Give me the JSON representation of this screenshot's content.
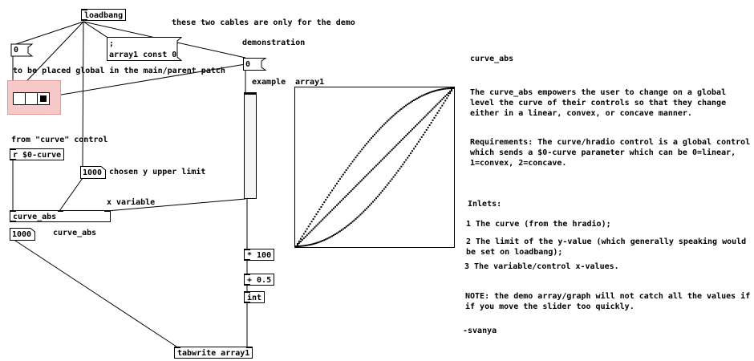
{
  "objects": {
    "loadbang": "loadbang",
    "array_const": "array1 const 0",
    "array_const_semicolon": ";",
    "msg_zero": "0",
    "msg_demo_zero": "0",
    "receive": "r $0-curve",
    "num_upper_limit": "1000",
    "curve_abs": "curve_abs",
    "num_out": "1000",
    "mult": "* 100",
    "add": "+ 0.5",
    "int": "int",
    "tabwrite": "tabwrite array1"
  },
  "labels": {
    "demo_cables": "these two cables are only for the demo",
    "demonstration": "demonstration",
    "global_note": "to be placed global in the main/parent patch",
    "curve_label": "curve",
    "from_curve": "from \"curve\" control",
    "chosen_y": "chosen y upper limit",
    "x_variable": "x variable",
    "curve_abs_label": "curve_abs",
    "example": "example",
    "array_name": "array1"
  },
  "hradio": {
    "cells": 3,
    "selected": 2
  },
  "slider": {
    "value": 1.0
  },
  "help": {
    "title": "curve_abs",
    "intro": "The curve_abs empowers the user to change on a global level the curve of their controls so that they change either in a linear, convex, or concave manner.",
    "requirements": "Requirements: The curve/hradio control is a global control which sends a $0-curve parameter which can be 0=linear, 1=convex, 2=concave.",
    "inlets_heading": "Inlets:",
    "inlet1": "1 The curve (from the hradio);",
    "inlet2": "2 The limit of the y-value (which generally speaking would be set on loadbang);",
    "inlet3": "3 The variable/control x-values.",
    "note": "NOTE: the demo array/graph will not catch all the values if if you move the slider too quickly.",
    "signature": "-svanya"
  },
  "array_curves": [
    "linear",
    "convex",
    "concave"
  ]
}
